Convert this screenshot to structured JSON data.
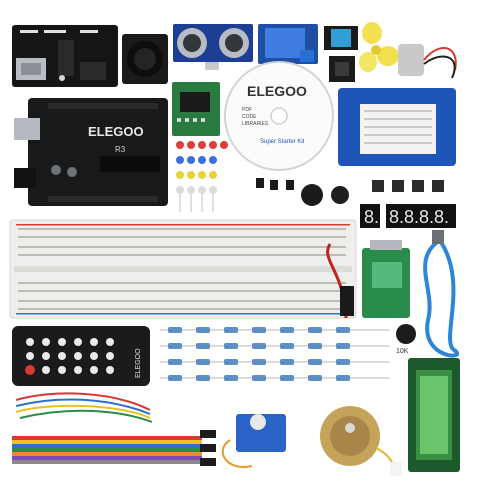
{
  "kit": {
    "brand": "ELEGOO",
    "board_label": "R3",
    "cd_brand": "ELEGOO",
    "cd_lines": [
      "PDF",
      "CODE",
      "LIBRARIES"
    ],
    "cd_title": "Super Starter Kit",
    "remote_brand": "ELEGOO",
    "display_digits": "8.8.8.8.",
    "single_digit": "8.",
    "battery_brand": "",
    "servo_label": "",
    "pot_label": "10K"
  },
  "colors": {
    "pcb_black": "#1c1c1e",
    "pcb_blue": "#1f4fa8",
    "breadboard": "#eeeeec",
    "jumper_red": "#d63a32",
    "jumper_blue": "#2f6fcc",
    "jumper_yellow": "#e8c21f",
    "battery_green": "#2a8c4a",
    "lcd_green": "#2f6b3a",
    "servo_blue": "#2c63c9",
    "motor_gold": "#c6a35b",
    "usb_cable": "#2f86d8"
  }
}
